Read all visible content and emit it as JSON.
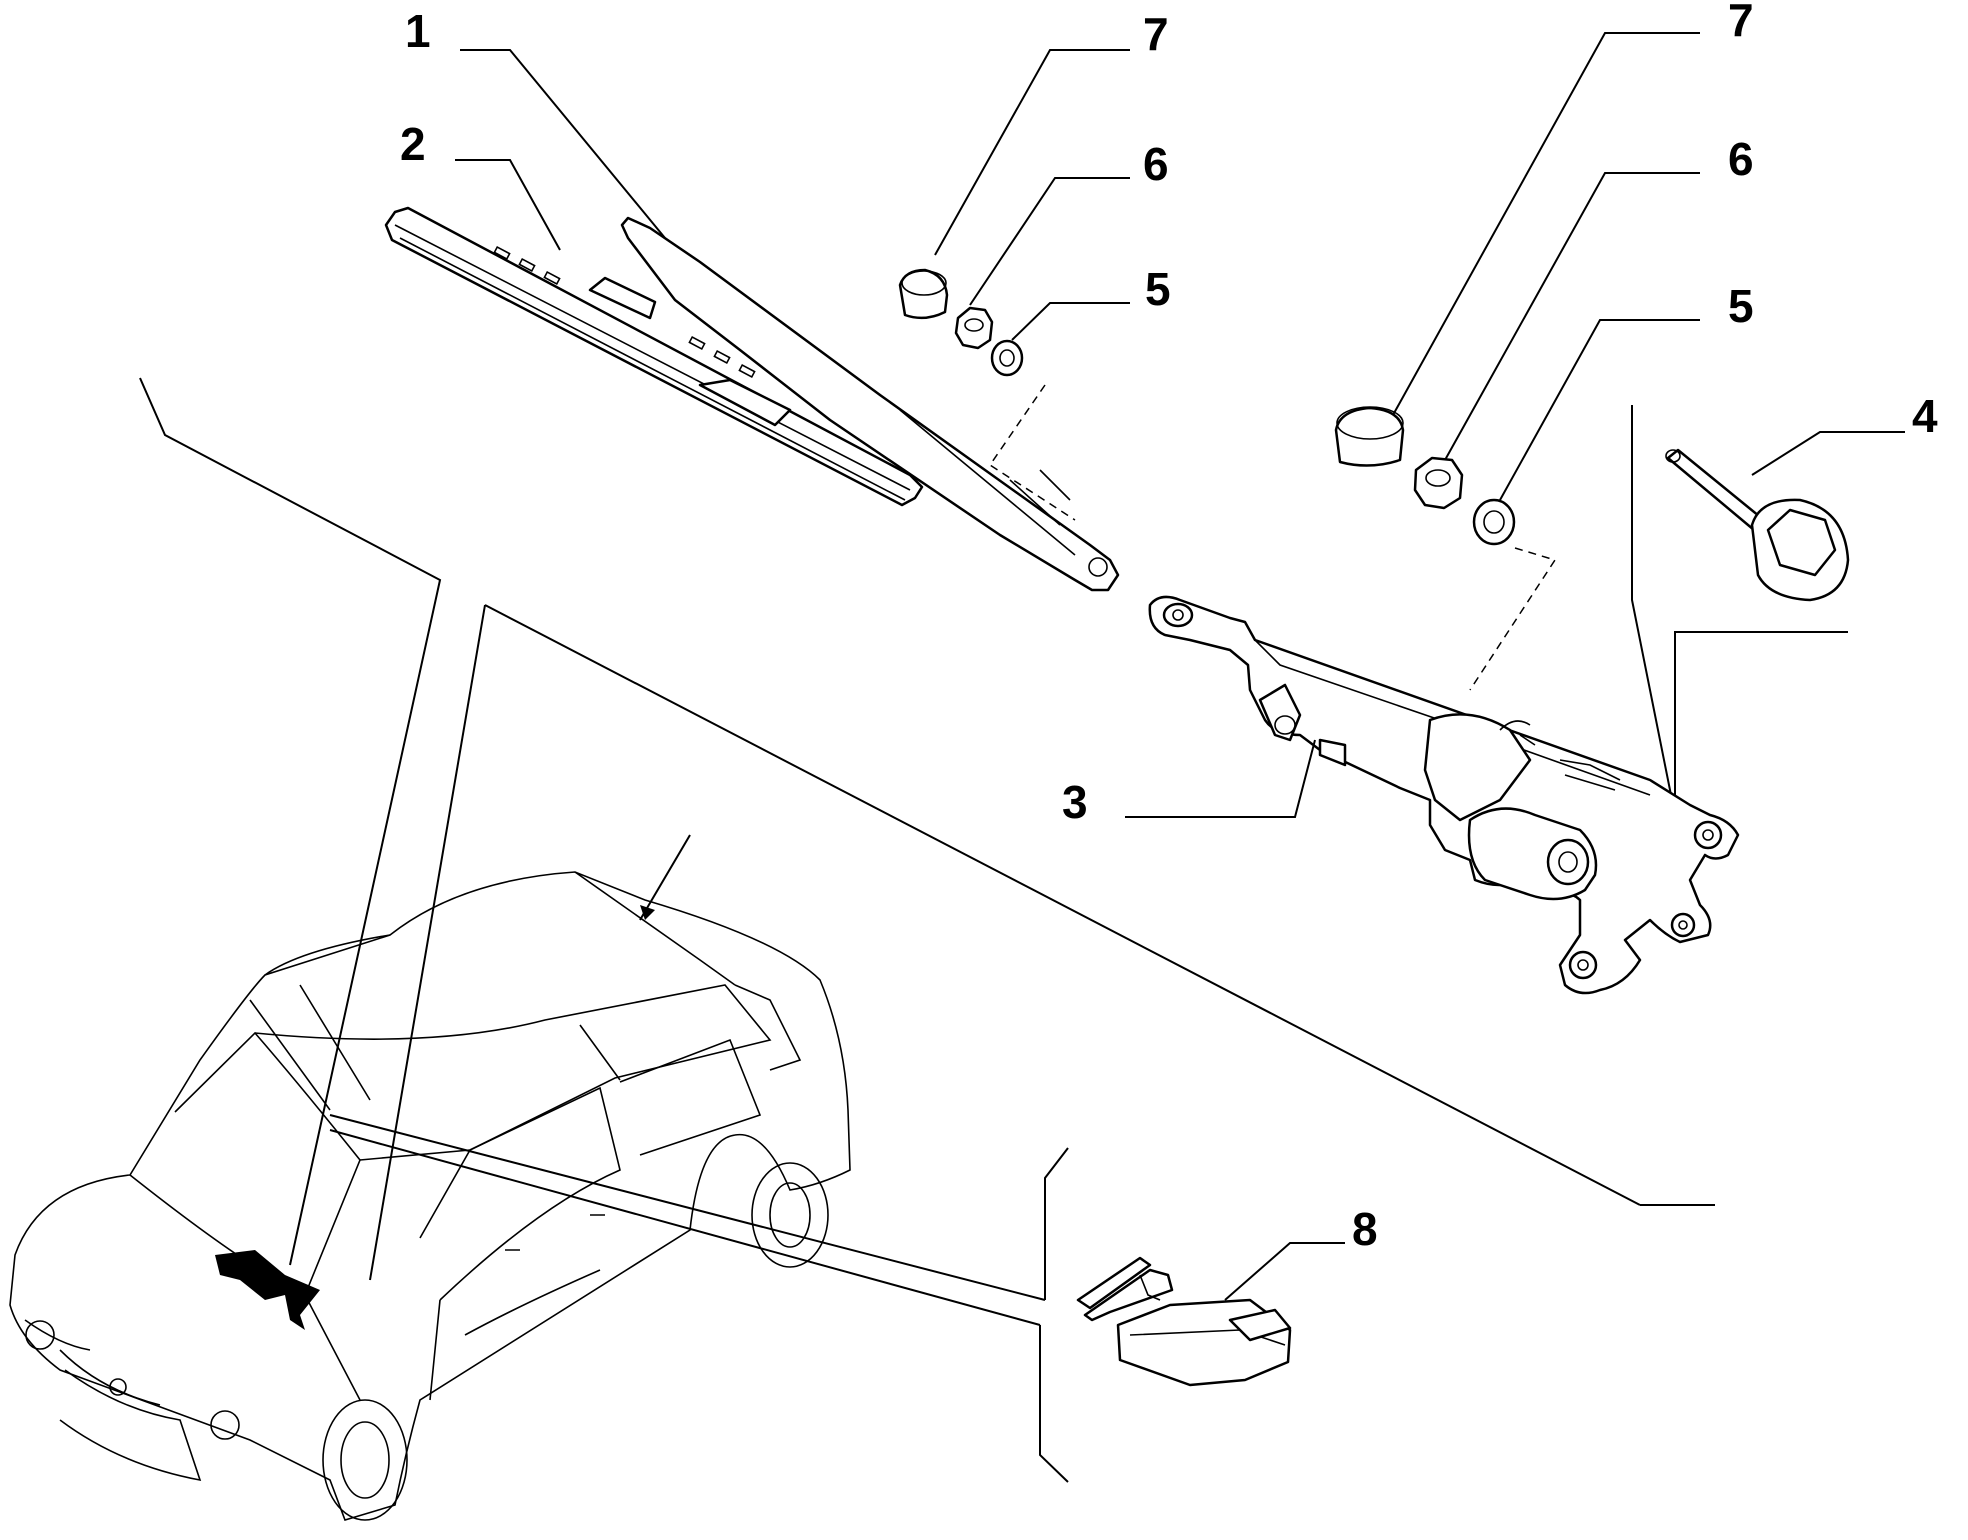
{
  "diagram": {
    "colors": {
      "line": "#000000",
      "background": "#ffffff"
    },
    "callouts": [
      {
        "id": "c1",
        "text": "1",
        "part": "wiper-arm"
      },
      {
        "id": "c2",
        "text": "2",
        "part": "wiper-blade"
      },
      {
        "id": "c3",
        "text": "3",
        "part": "wiper-linkage-motor"
      },
      {
        "id": "c4",
        "text": "4",
        "part": "flange-bolt"
      },
      {
        "id": "c5a",
        "text": "5",
        "part": "washer"
      },
      {
        "id": "c5b",
        "text": "5",
        "part": "washer"
      },
      {
        "id": "c6a",
        "text": "6",
        "part": "nut"
      },
      {
        "id": "c6b",
        "text": "6",
        "part": "nut"
      },
      {
        "id": "c7a",
        "text": "7",
        "part": "cap"
      },
      {
        "id": "c7b",
        "text": "7",
        "part": "cap"
      },
      {
        "id": "c8",
        "text": "8",
        "part": "bracket"
      }
    ]
  }
}
